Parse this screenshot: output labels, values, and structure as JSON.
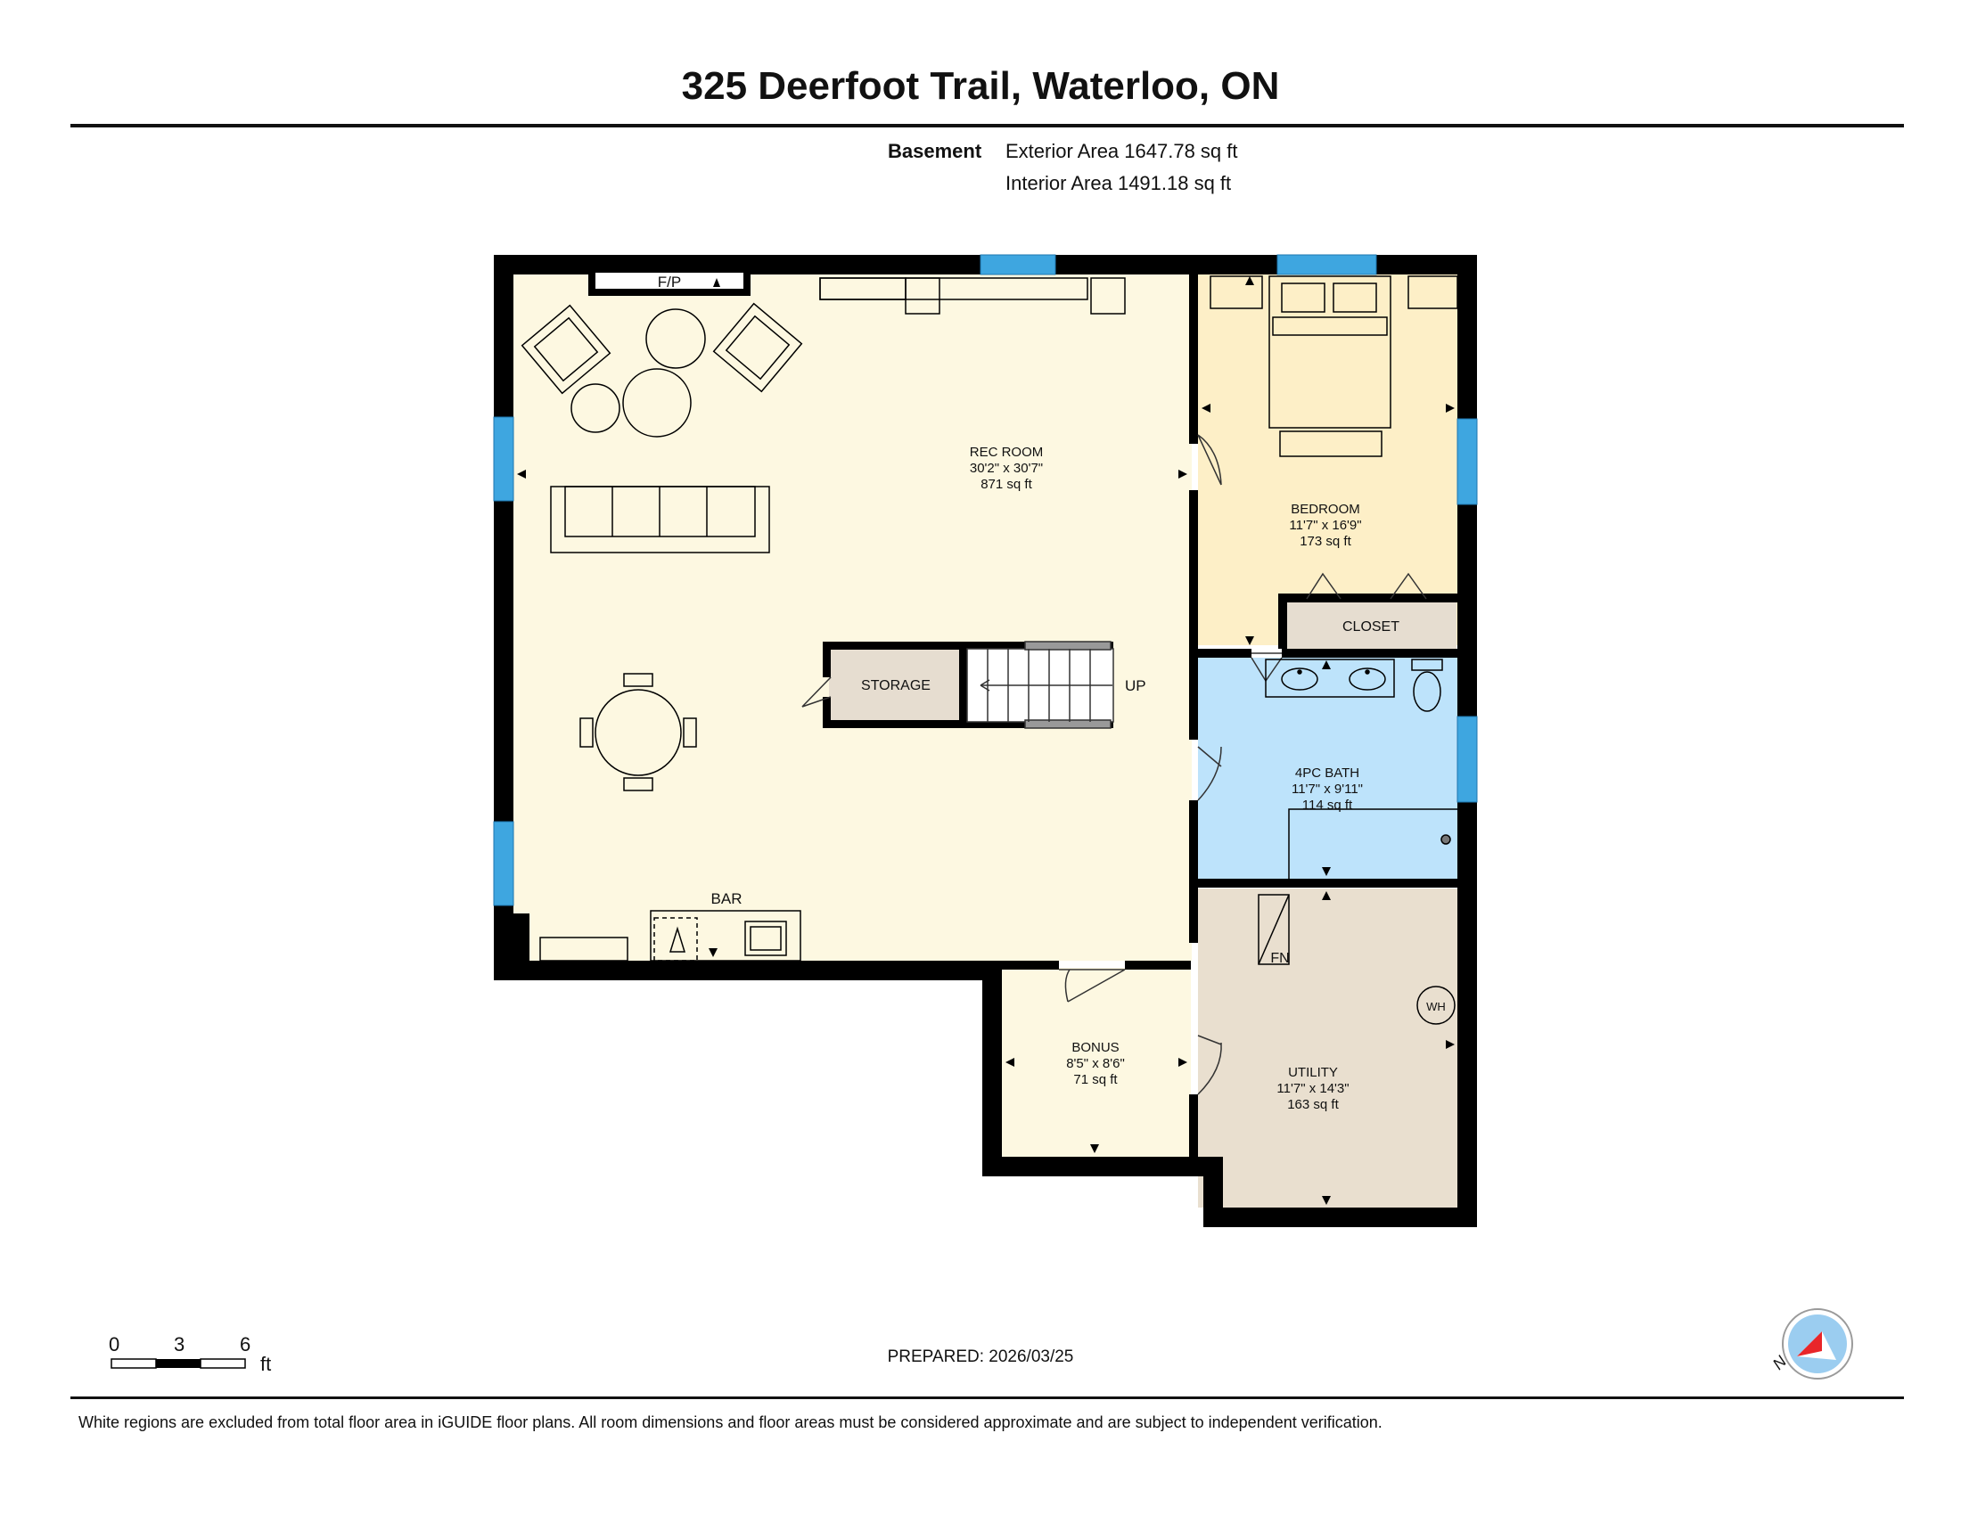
{
  "header": {
    "title": "325 Deerfoot Trail, Waterloo, ON",
    "floor": "Basement",
    "exterior_area": "Exterior Area 1647.78 sq ft",
    "interior_area": "Interior Area 1491.18 sq ft"
  },
  "rooms": {
    "rec_room": {
      "name": "REC ROOM",
      "dims": "30'2\" x 30'7\"",
      "area": "871 sq ft"
    },
    "bedroom": {
      "name": "BEDROOM",
      "dims": "11'7\" x 16'9\"",
      "area": "173 sq ft"
    },
    "bath": {
      "name": "4PC BATH",
      "dims": "11'7\" x 9'11\"",
      "area": "114 sq ft"
    },
    "bonus": {
      "name": "BONUS",
      "dims": "8'5\" x 8'6\"",
      "area": "71 sq ft"
    },
    "utility": {
      "name": "UTILITY",
      "dims": "11'7\" x 14'3\"",
      "area": "163 sq ft"
    },
    "closet": {
      "name": "CLOSET"
    },
    "storage": {
      "name": "STORAGE"
    }
  },
  "fixtures": {
    "fireplace": "F/P",
    "stairs": "UP",
    "bar": "BAR",
    "furnace": "FN",
    "water_heater": "WH"
  },
  "scale": {
    "ticks": [
      "0",
      "3",
      "6"
    ],
    "unit": "ft"
  },
  "compass": {
    "label": "N"
  },
  "footer": {
    "prepared": "PREPARED: 2026/03/25",
    "disclaimer": "White regions are excluded from total floor area in iGUIDE floor plans. All room dimensions and floor areas must be considered approximate and are subject to independent verification."
  },
  "colors": {
    "rec_room": "#fdf8e1",
    "bedroom": "#fdefc7",
    "bath": "#bde3fb",
    "utility": "#e9dfcf",
    "storage": "#e6ddd0",
    "wall": "#000000",
    "window": "#3ea6e0",
    "compass_blue": "#9bcdf0",
    "compass_red": "#e8262a"
  }
}
